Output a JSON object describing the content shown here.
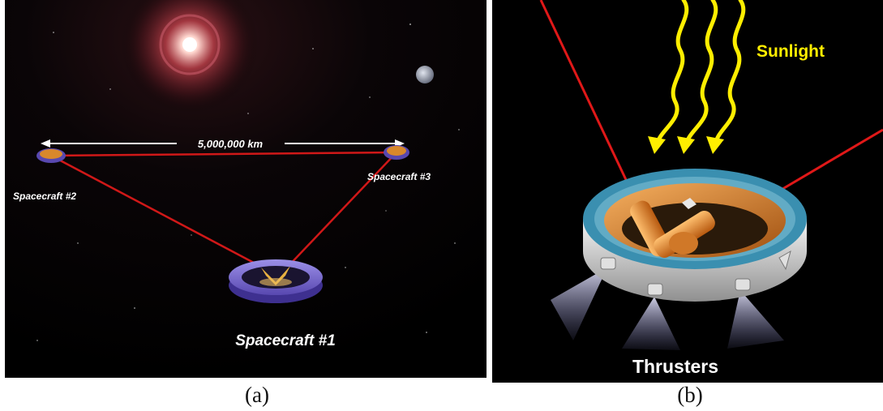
{
  "panel_a": {
    "distance_label": "5,000,000 km",
    "spacecraft_1": "Spacecraft #1",
    "spacecraft_2": "Spacecraft #2",
    "spacecraft_3": "Spacecraft #3",
    "caption": "(a)"
  },
  "panel_b": {
    "sunlight_label": "Sunlight",
    "thrusters_label": "Thrusters",
    "caption": "(b)"
  },
  "colors": {
    "laser": "#e01818",
    "sunlight": "#ffee00",
    "space": "#000000",
    "gold": "#e08a2a",
    "ring_blue": "#3a8fb0"
  }
}
